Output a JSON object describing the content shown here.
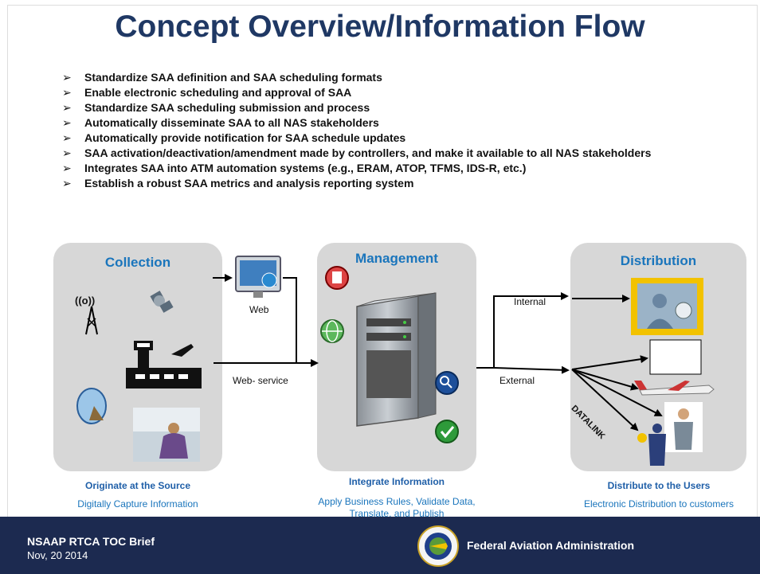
{
  "title": "Concept Overview/Information Flow",
  "bullet_glyph": "➢",
  "bullets": [
    "Standardize SAA definition and SAA scheduling formats",
    "Enable electronic scheduling and approval of SAA",
    "Standardize SAA scheduling submission and process",
    "Automatically disseminate SAA to all NAS stakeholders",
    "Automatically provide notification for SAA schedule updates",
    "SAA activation/deactivation/amendment made by controllers, and make it available to all NAS stakeholders",
    "Integrates SAA into ATM automation systems (e.g., ERAM, ATOP, TFMS, IDS-R, etc.)",
    "Establish a robust SAA metrics and analysis reporting system"
  ],
  "collection": {
    "title": "Collection",
    "caption_bold": "Originate at the Source",
    "caption": "Digitally Capture Information",
    "signal_text": "((o))"
  },
  "management": {
    "title": "Management",
    "caption_bold": "Integrate Information",
    "caption": "Apply Business Rules, Validate Data, Translate, and Publish"
  },
  "distribution": {
    "title": "Distribution",
    "caption_bold": "Distribute to the Users",
    "caption": "Electronic Distribution to customers"
  },
  "flow_labels": {
    "web": "Web",
    "web_service": "Web- service",
    "internal": "Internal",
    "external": "External",
    "datalink": "DATALINK"
  },
  "footer": {
    "line1": "NSAAP RTCA TOC Brief",
    "line2": "Nov, 20 2014",
    "agency": "Federal Aviation Administration"
  },
  "colors": {
    "title": "#1f3864",
    "panel_title": "#1a75bc",
    "panel_bg": "#d7d7d7",
    "footer_bg": "#1c2a50"
  }
}
